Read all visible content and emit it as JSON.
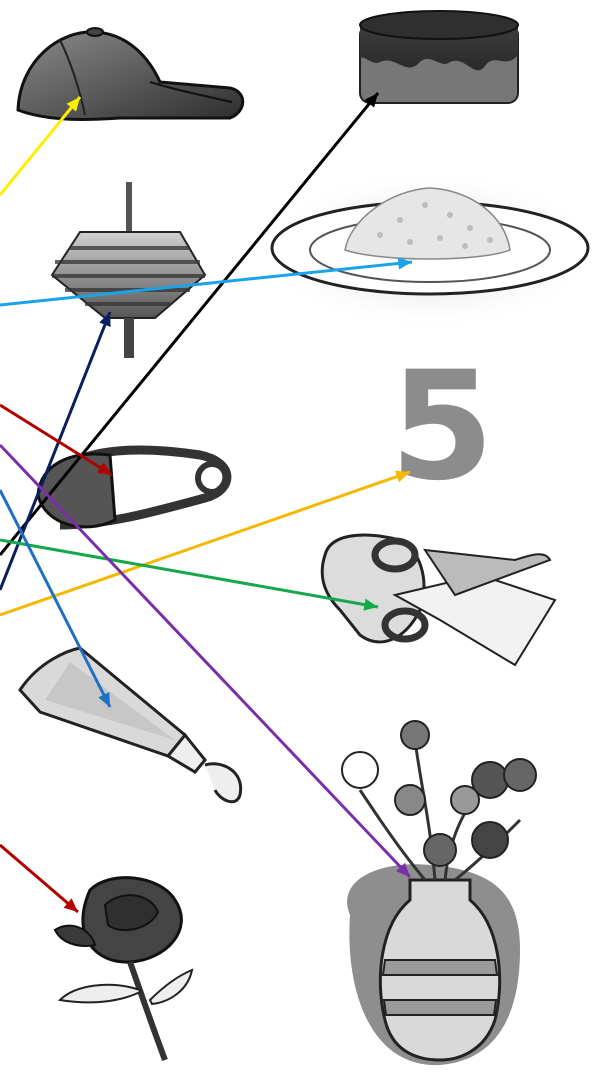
{
  "pictures": {
    "left": [
      "baseball-cap",
      "spinning-top",
      "safety-pin",
      "paint-tube",
      "rose"
    ],
    "right": [
      "layered-cake",
      "plate-of-rice",
      "number-five",
      "hand-cutting-paper-with-scissors",
      "flower-vase"
    ]
  },
  "number_label": "5",
  "arrows": [
    {
      "color": "#ffee00",
      "points_to": "baseball-cap"
    },
    {
      "color": "#000000",
      "points_to": "layered-cake"
    },
    {
      "color": "#1aa3e8",
      "points_to": "plate-of-rice"
    },
    {
      "color": "#0b1f5e",
      "points_to": "spinning-top"
    },
    {
      "color": "#b00000",
      "points_to": "safety-pin"
    },
    {
      "color": "#f5b800",
      "points_to": "number-five"
    },
    {
      "color": "#14a84a",
      "points_to": "hand-cutting-paper-with-scissors"
    },
    {
      "color": "#1f6fc4",
      "points_to": "paint-tube"
    },
    {
      "color": "#7a2fa8",
      "points_to": "flower-vase"
    },
    {
      "color": "#b00000",
      "points_to": "rose"
    }
  ]
}
